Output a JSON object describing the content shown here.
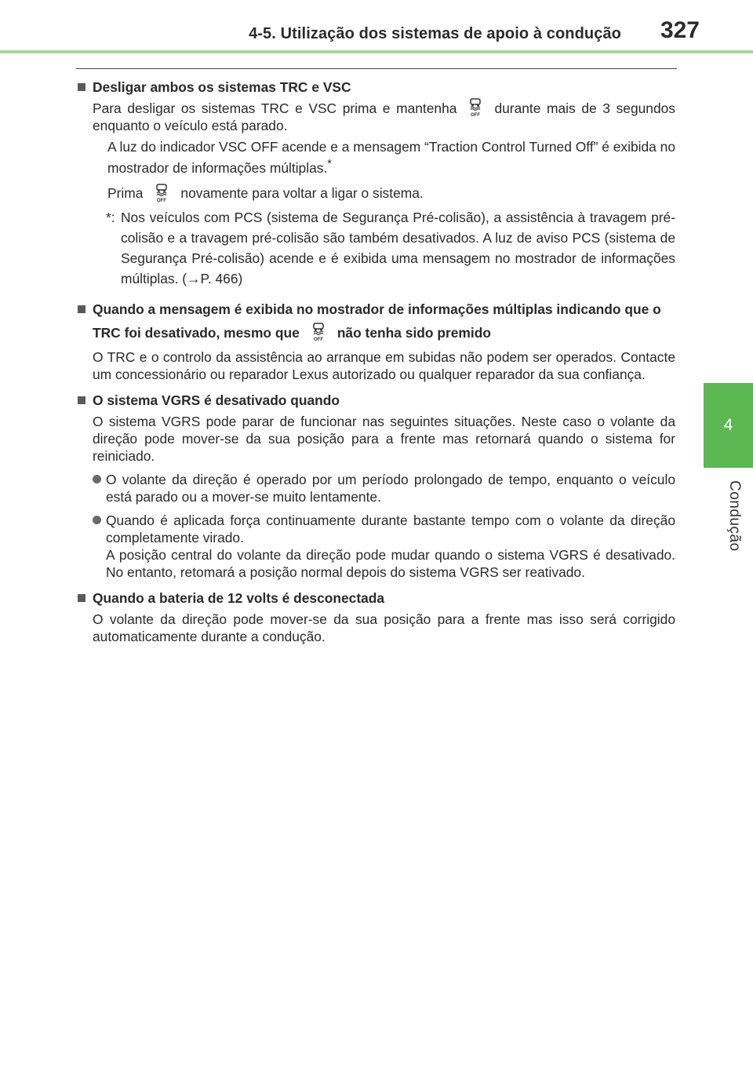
{
  "header": {
    "section": "4-5. Utilização dos sistemas de apoio à condução",
    "page": "327",
    "chapter_number": "4",
    "chapter_label": "Condução"
  },
  "colors": {
    "accent": "#5cb853",
    "rule": "#a9d6a0",
    "text": "#2a2a2a"
  },
  "icon": "vsc-off-icon",
  "sections": {
    "s1": {
      "heading": "Desligar ambos os sistemas TRC e VSC",
      "p1a": "Para desligar os sistemas TRC e VSC prima e mantenha",
      "p1b": "durante mais de 3 segundos enquanto o veículo está parado.",
      "p2": "A luz do indicador VSC OFF acende e a mensagem “Traction Control Turned Off” é exibida no mostrador de informações múltiplas.",
      "p2_mark": "*",
      "p3a": "Prima",
      "p3b": "novamente para voltar a ligar o sistema.",
      "note_mark": "*:",
      "note": "Nos veículos com PCS (sistema de Segurança Pré-colisão), a assistência à travagem pré-colisão e a travagem pré-colisão são também desativados. A luz de aviso PCS (sistema de Segurança Pré-colisão) acende e é exibida uma mensagem no mostrador de informações múltiplas. (→P. 466)"
    },
    "s2": {
      "heading_a": "Quando a mensagem é exibida no mostrador de informações múltiplas indicando que o TRC foi desativado, mesmo que",
      "heading_b": "não tenha sido premido",
      "body": "O TRC e o controlo da assistência ao arranque em subidas não podem ser operados. Contacte um concessionário ou reparador Lexus autorizado ou qualquer reparador da sua confiança."
    },
    "s3": {
      "heading": "O sistema VGRS é desativado quando",
      "body": "O sistema VGRS pode parar de funcionar nas seguintes situações. Neste caso o volante da direção pode mover-se da sua posição para a frente mas retornará quando o sistema for reiniciado.",
      "bullet1": "O volante da direção é operado por um período prolongado de tempo, enquanto o veículo está parado ou a mover-se muito lentamente.",
      "bullet2": "Quando é aplicada força continuamente durante bastante tempo com o volante da direção completamente virado.",
      "bullet2_extra": "A posição central do volante da direção pode mudar quando o sistema VGRS é desativado. No entanto, retomará a posição normal depois do sistema VGRS ser reativado."
    },
    "s4": {
      "heading": "Quando a bateria de 12 volts é desconectada",
      "body": "O volante da direção pode mover-se da sua posição para a frente mas isso será corrigido automaticamente durante a condução."
    }
  }
}
